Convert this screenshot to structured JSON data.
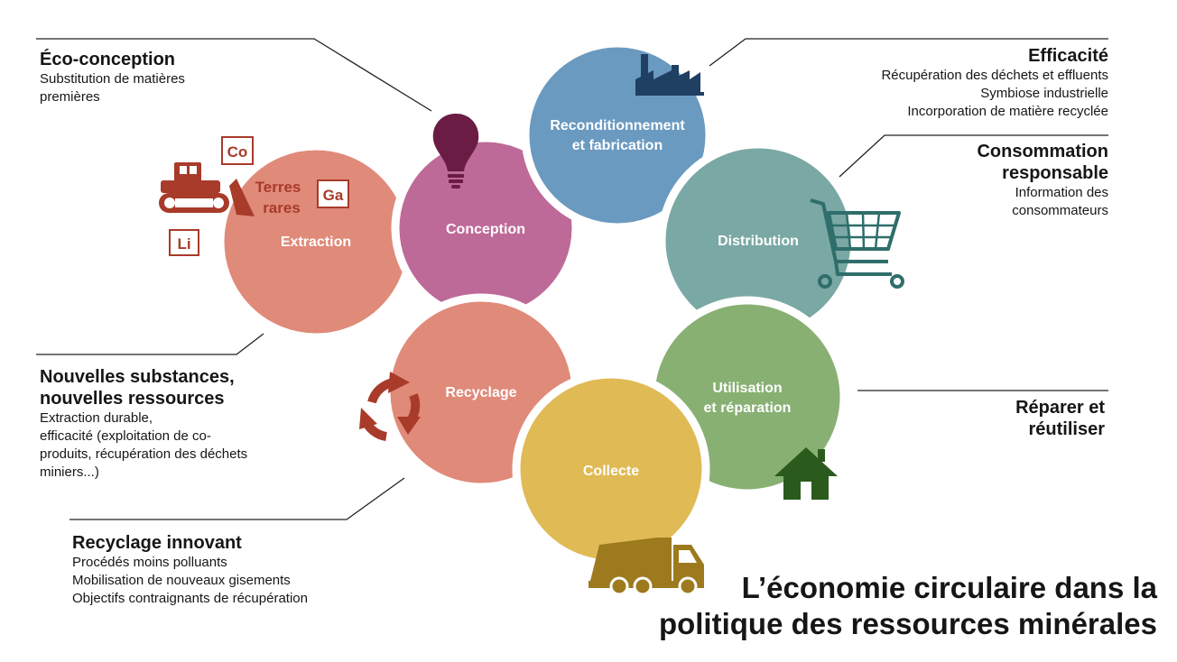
{
  "title": {
    "line1": "L’économie circulaire dans la",
    "line2": "politique des ressources minérales"
  },
  "stages": {
    "conception": "Conception",
    "fabrication_line1": "Reconditionnement",
    "fabrication_line2": "et fabrication",
    "distribution": "Distribution",
    "utilisation_line1": "Utilisation",
    "utilisation_line2": "et réparation",
    "collecte": "Collecte",
    "recyclage": "Recyclage",
    "extraction": "Extraction"
  },
  "elements": {
    "co": "Co",
    "ga": "Ga",
    "li": "Li",
    "terres": "Terres",
    "rares": "rares"
  },
  "annotations": {
    "eco_conception": {
      "heading": "Éco-conception",
      "lines": [
        "Substitution de matières",
        "premières"
      ]
    },
    "efficacite": {
      "heading": "Efficacité",
      "lines": [
        "Récupération des déchets et effluents",
        "Symbiose industrielle",
        "Incorporation de matière recyclée"
      ]
    },
    "consommation": {
      "heading_line1": "Consommation",
      "heading_line2": "responsable",
      "lines": [
        "Information des",
        "consommateurs"
      ]
    },
    "reparer": {
      "heading_line1": "Réparer et",
      "heading_line2": "réutiliser"
    },
    "nouvelles": {
      "heading_line1": "Nouvelles substances,",
      "heading_line2": "nouvelles ressources",
      "lines": [
        "Extraction durable,",
        "efficacité (exploitation de co-",
        "produits, récupération des déchets",
        "miniers...)"
      ]
    },
    "recyclage_innovant": {
      "heading": "Recyclage innovant",
      "lines": [
        "Procédés moins polluants",
        "Mobilisation de nouveaux gisements",
        "Objectifs contraignants de récupération"
      ]
    }
  },
  "colors": {
    "extraction": "#E08A7A",
    "conception": "#BE6A98",
    "fabrication": "#6B9AC0",
    "distribution": "#7AA8A4",
    "utilisation": "#88B073",
    "collecte": "#E0BA55",
    "recyclage": "#E08A7A",
    "bulb": "#6A1C44",
    "factory": "#1F3F63",
    "cart": "#2F6E6A",
    "house": "#2B5A1D",
    "truck": "#9C7A1D",
    "recycle": "#A83B2A",
    "bulldozer": "#A83B2A"
  }
}
